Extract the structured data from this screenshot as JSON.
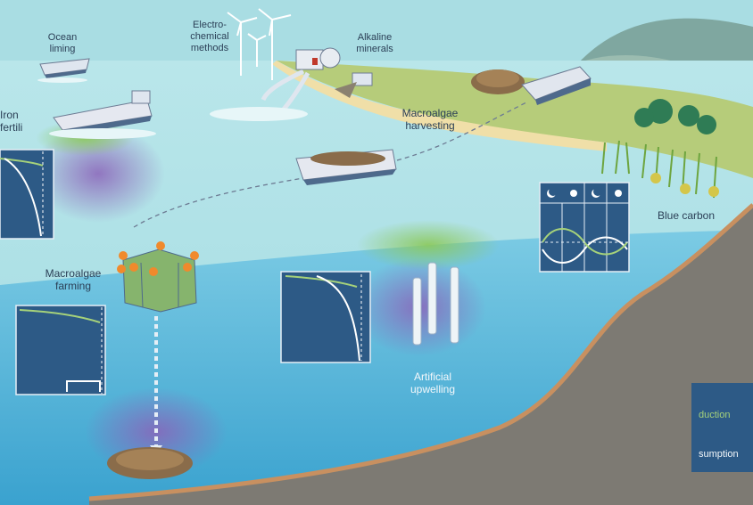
{
  "labels": {
    "ocean_liming": [
      "Ocean",
      "liming"
    ],
    "electrochemical": [
      "Electro-",
      "chemical",
      "methods"
    ],
    "alkaline_minerals": [
      "Alkaline",
      "minerals"
    ],
    "iron_fertilization": [
      "Iron",
      "fertili"
    ],
    "macroalgae_harvesting": [
      "Macroalgae",
      "harvesting"
    ],
    "blue_carbon": "Blue carbon",
    "macroalgae_farming": [
      "Macroalgae",
      "farming"
    ],
    "artificial_upwelling": [
      "Artificial",
      "upwelling"
    ]
  },
  "legend": {
    "production": "duction",
    "consumption": "sumption",
    "production_color": "#a6d27a",
    "consumption_color": "#f4f8fb",
    "box_color": "#2d5a86"
  },
  "icons": [
    "sun-icon",
    "moon-icon",
    "wind-turbine-icon",
    "ship-icon",
    "factory-icon",
    "tree-icon",
    "seaweed-icon"
  ],
  "colors": {
    "sky": "#a9dde3",
    "ocean_surface": "#b9e6ea",
    "deep_ocean": "#5ab8d8",
    "land": "#b6cc7a",
    "beach": "#f0dfa8",
    "seafloor": "#7d7a73",
    "shore": "#c89060",
    "panel": "#2d5a86",
    "curve_green": "#a6d27a"
  }
}
